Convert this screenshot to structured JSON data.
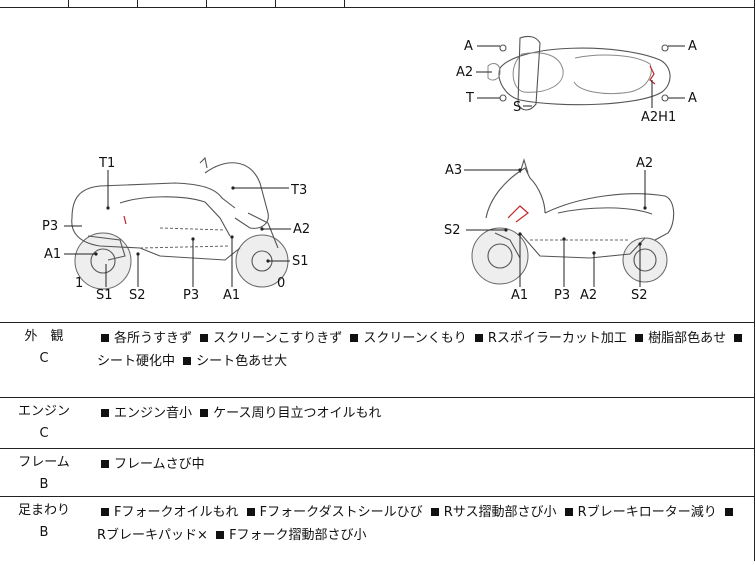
{
  "diagram": {
    "labels": {
      "top_A_left_upper": "A",
      "top_A2_left": "A2",
      "top_T_left": "T",
      "top_S": "S",
      "top_A_right_upper": "A",
      "top_A_right_lower": "A",
      "top_A2H1": "A2H1",
      "left_T1": "T1",
      "left_T3": "T3",
      "left_P3": "P3",
      "left_A2": "A2",
      "left_A1": "A1",
      "left_S1_right": "S1",
      "left_bottom_1": "1",
      "left_bottom_S1": "S1",
      "left_bottom_S2": "S2",
      "left_bottom_P3": "P3",
      "left_bottom_A1": "A1",
      "left_bottom_0": "0",
      "right_A3": "A3",
      "right_A2": "A2",
      "right_S2": "S2",
      "right_bottom_A1": "A1",
      "right_bottom_P3": "P3",
      "right_bottom_A2": "A2",
      "right_bottom_S2": "S2"
    }
  },
  "rows": [
    {
      "name": "外　観",
      "grade": "C",
      "items": [
        "各所うすきず",
        "スクリーンこすりきず",
        "スクリーンくもり",
        "Rスポイラーカット加工",
        "樹脂部色あせ",
        "シート硬化中",
        "シート色あせ大"
      ]
    },
    {
      "name": "エンジン",
      "grade": "C",
      "items": [
        "エンジン音小",
        "ケース周り目立つオイルもれ"
      ]
    },
    {
      "name": "フレーム",
      "grade": "B",
      "items": [
        "フレームさび中"
      ]
    },
    {
      "name": "足まわり",
      "grade": "B",
      "items": [
        "Fフォークオイルもれ",
        "Fフォークダストシールひび",
        "Rサス摺動部さび小",
        "Rブレーキローター減り",
        "Rブレーキパッド×",
        "Fフォーク摺動部さび小"
      ]
    }
  ]
}
